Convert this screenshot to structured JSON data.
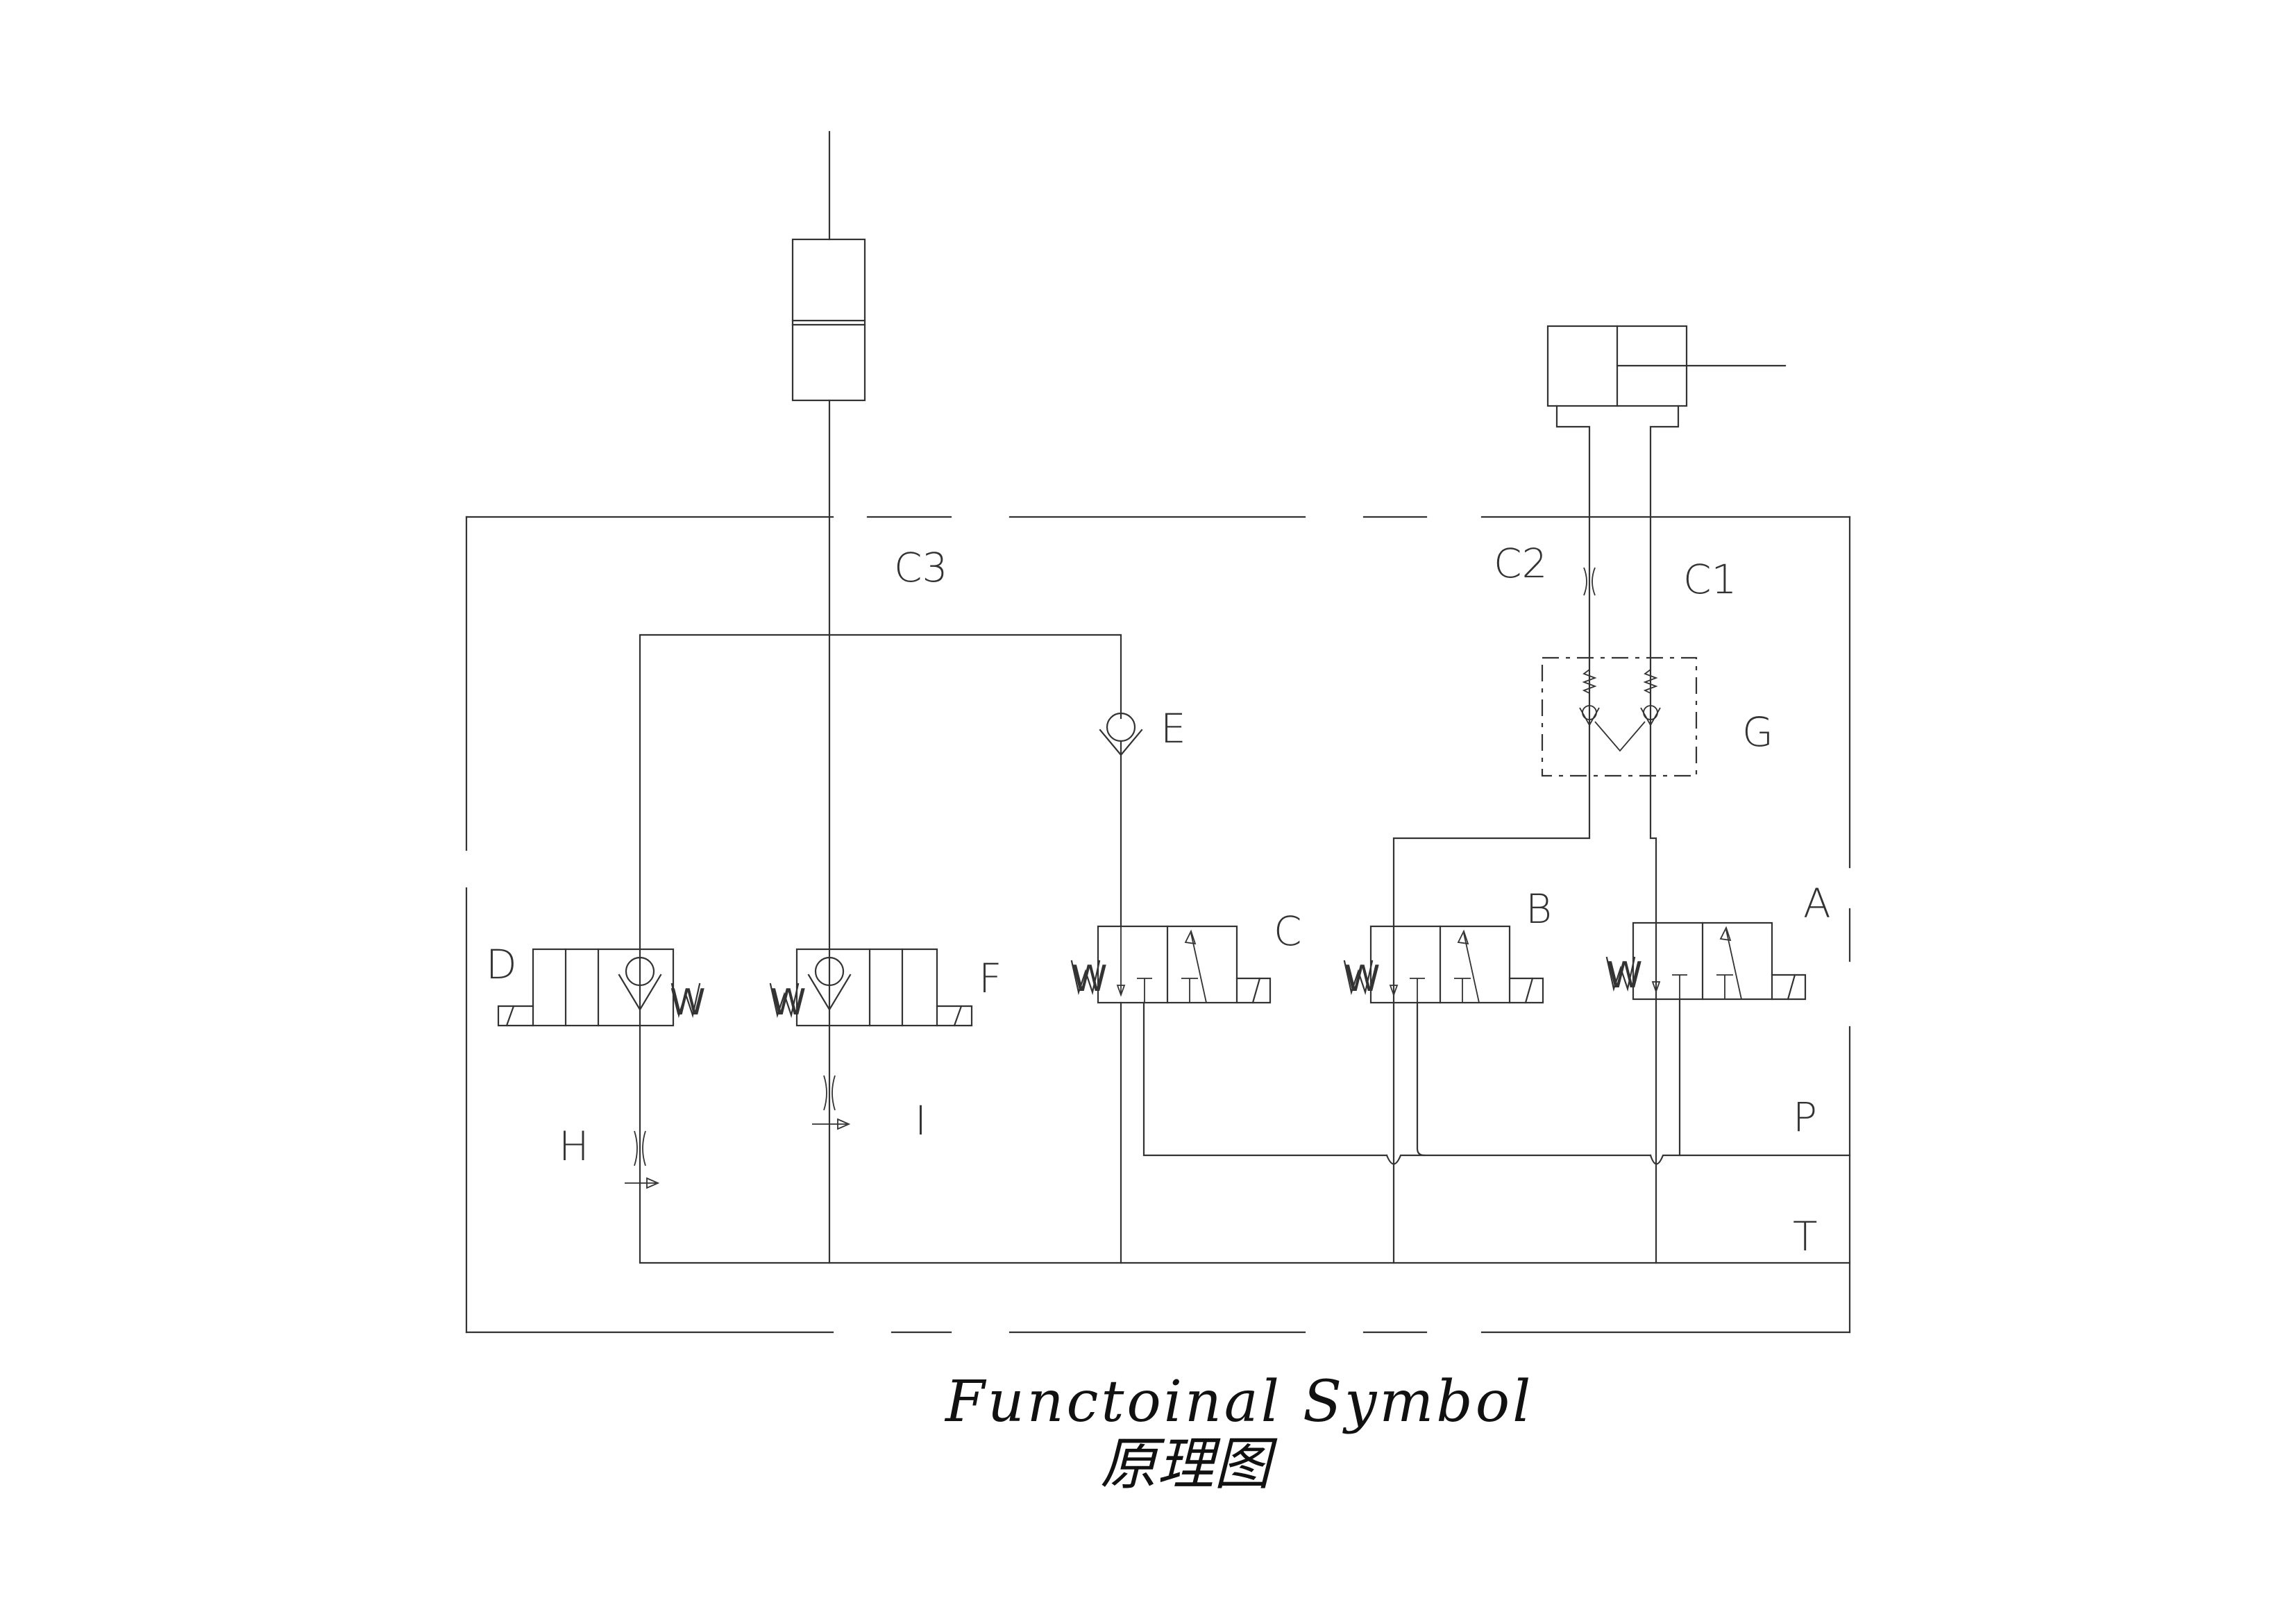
{
  "labels": {
    "c3": "C3",
    "c2": "C2",
    "c1": "C1",
    "e": "E",
    "g": "G",
    "a": "A",
    "b": "B",
    "c": "C",
    "d": "D",
    "f": "F",
    "h": "H",
    "i": "I",
    "p": "P",
    "t": "T",
    "w": "W"
  },
  "title": {
    "english": "Functoinal Symbol",
    "chinese": "原理图"
  }
}
